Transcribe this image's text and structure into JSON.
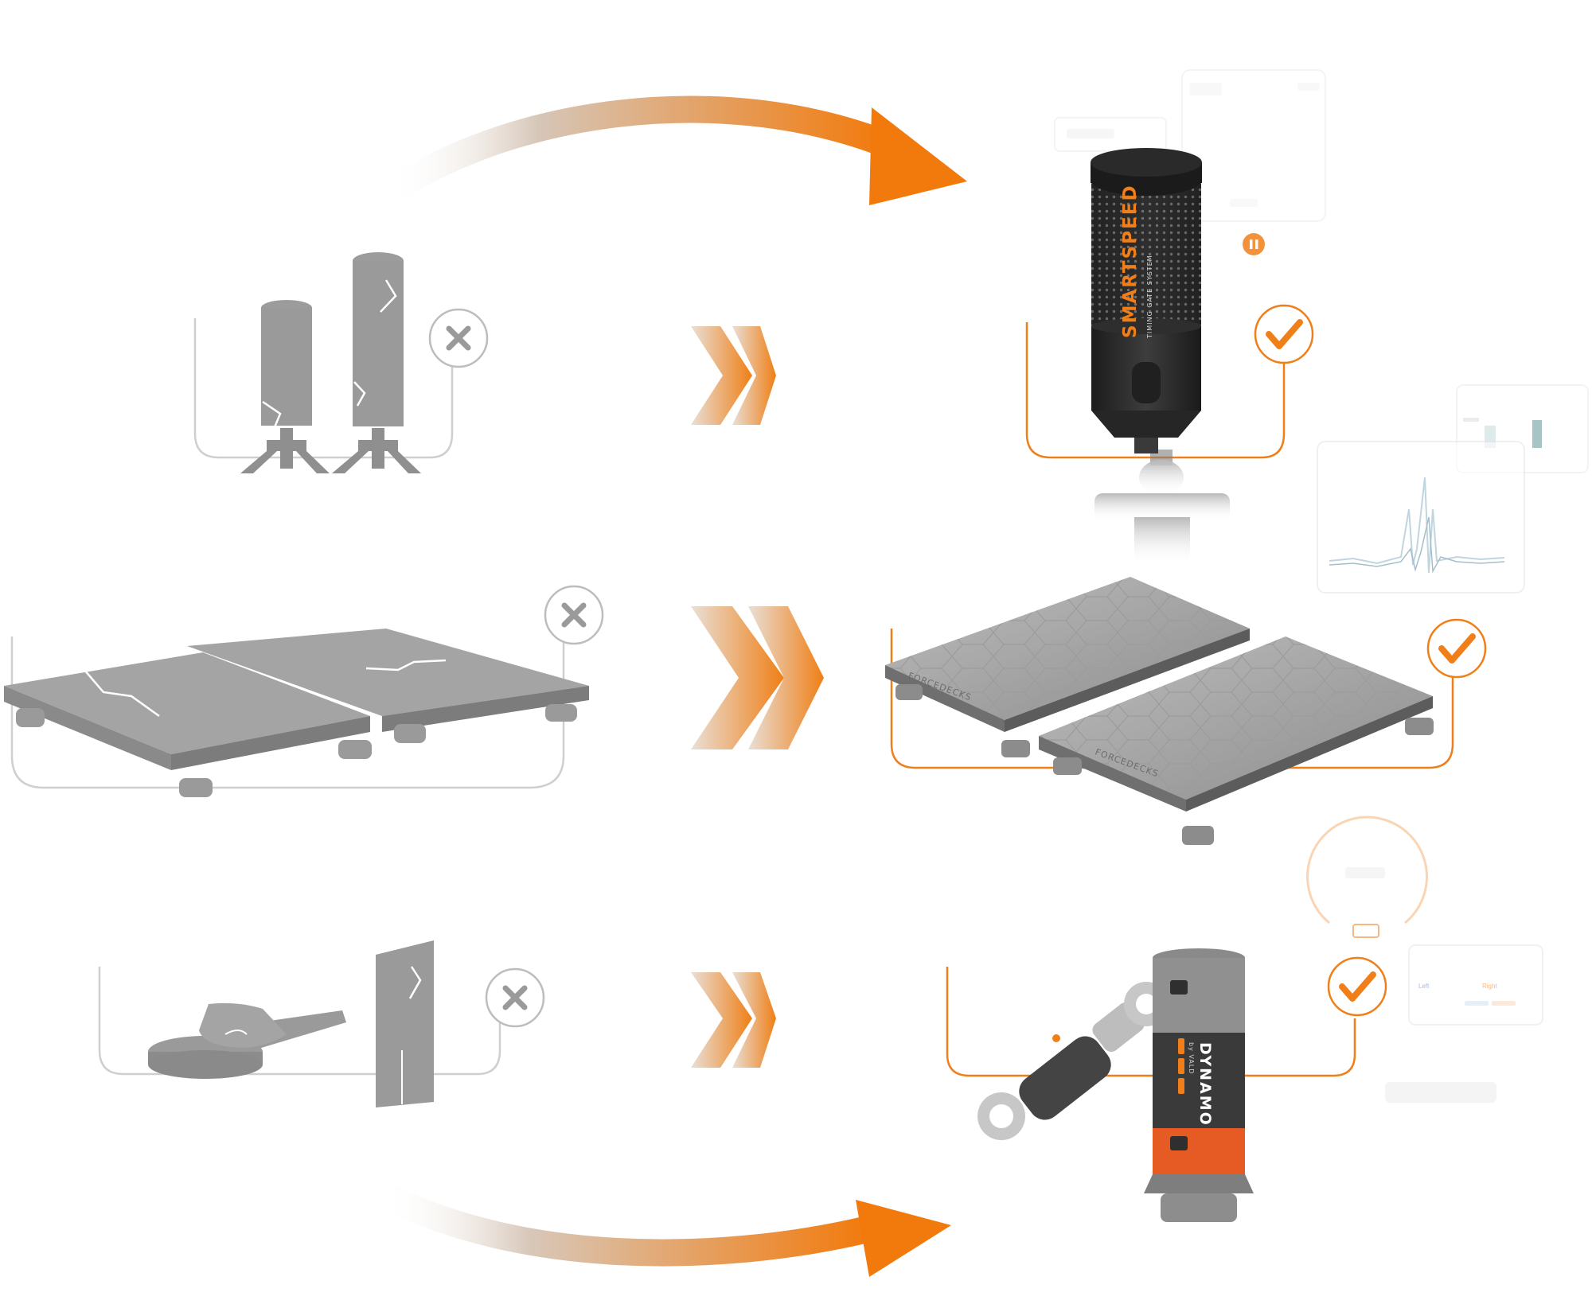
{
  "colors": {
    "accent": "#f07f1a",
    "legacy_gray": "#9a9a9a",
    "frame_gray": "#c9c9c9",
    "product_dark": "#2e2e2e",
    "teal": "#3f7f80"
  },
  "icons": {
    "legacy_status": "cross-icon",
    "product_status": "checkmark-icon",
    "transition": "double-chevron-right-icon",
    "flow": "curved-arrow-icon"
  },
  "smartspeed": {
    "brand": "SMARTSPEED",
    "subtitle": "TIMING GATE SYSTEM"
  },
  "forcedecks": {
    "brand_plate": "FORCEDECKS",
    "brand_plate_right": "FORCEDECKS"
  },
  "dynamo": {
    "brand": "DYNAMO",
    "by": "by VALD"
  },
  "dynamo_ui": {
    "tab_left": "Left",
    "tab_right": "Right"
  }
}
